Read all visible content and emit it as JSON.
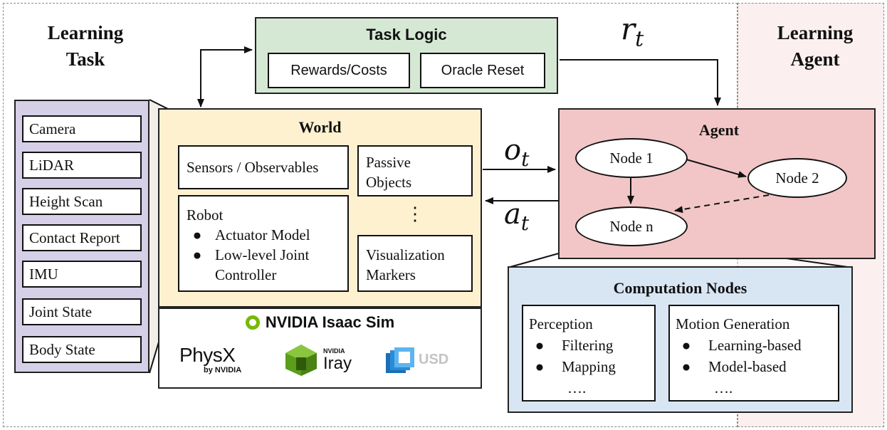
{
  "regions": {
    "learning_task": "Learning\nTask",
    "learning_agent": "Learning\nAgent"
  },
  "sensors": [
    "Camera",
    "LiDAR",
    "Height Scan",
    "Contact Report",
    "IMU",
    "Joint State",
    "Body State"
  ],
  "task_logic": {
    "title": "Task Logic",
    "items": [
      "Rewards/Costs",
      "Oracle Reset"
    ]
  },
  "world": {
    "title": "World",
    "sensors_box": "Sensors / Observables",
    "passive_objects": "Passive\nObjects",
    "ellipsis": "⋮",
    "visualization_markers": "Visualization\nMarkers",
    "robot": {
      "title": "Robot",
      "items": [
        "Actuator Model",
        "Low-level Joint\nController"
      ]
    }
  },
  "isaac": {
    "title": "NVIDIA Isaac Sim",
    "logos": {
      "physx_main": "PhysX",
      "physx_sub": "by NVIDIA",
      "iray_small": "NVIDIA",
      "iray_main": "Iray",
      "usd": "USD"
    }
  },
  "signals": {
    "reward": "r",
    "reward_sub": "t",
    "obs": "o",
    "obs_sub": "t",
    "action": "a",
    "action_sub": "t"
  },
  "agent": {
    "title": "Agent",
    "nodes": [
      "Node 1",
      "Node 2",
      "Node n"
    ]
  },
  "computation": {
    "title": "Computation Nodes",
    "perception": {
      "title": "Perception",
      "items": [
        "Filtering",
        "Mapping"
      ],
      "more": "…."
    },
    "motion": {
      "title": "Motion Generation",
      "items": [
        "Learning-based",
        "Model-based"
      ],
      "more": "…."
    }
  },
  "colors": {
    "task_logic": "#d5e8d4",
    "world": "#fdf1cf",
    "sensor_panel": "#d6cfe8",
    "agent": "#f2c6c6",
    "computation": "#d8e6f4",
    "nvidia_green": "#76b900",
    "usd_blue": "#2a8bd6"
  }
}
